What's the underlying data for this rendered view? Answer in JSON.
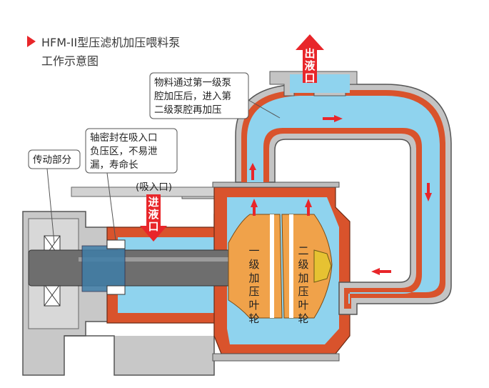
{
  "title": {
    "line1": "HFM-II型压滤机加压喂料泵",
    "line2": "工作示意图"
  },
  "notes": {
    "drive": "传动部分",
    "seal": [
      "轴密封在吸入口",
      "负压区，不易泄",
      "漏，寿命长"
    ],
    "flow": [
      "物料通过第一级泵",
      "腔加压后，进入第",
      "二级泵腔再加压"
    ],
    "inlet_label": "(吸入口)"
  },
  "arrows": {
    "outlet": [
      "出",
      "液",
      "口"
    ],
    "inlet": [
      "进",
      "液",
      "口"
    ]
  },
  "impellers": {
    "first": [
      "一",
      "级",
      "加",
      "压",
      "叶",
      "轮"
    ],
    "second": [
      "二",
      "级",
      "加",
      "压",
      "叶",
      "轮"
    ]
  },
  "colors": {
    "liquid": "#8fd3ee",
    "casing": "#d9532c",
    "housing": "#c4c4c4",
    "impeller": "#f0a24a",
    "shaft": "#6e6e6e",
    "arrow": "#e8262a"
  }
}
